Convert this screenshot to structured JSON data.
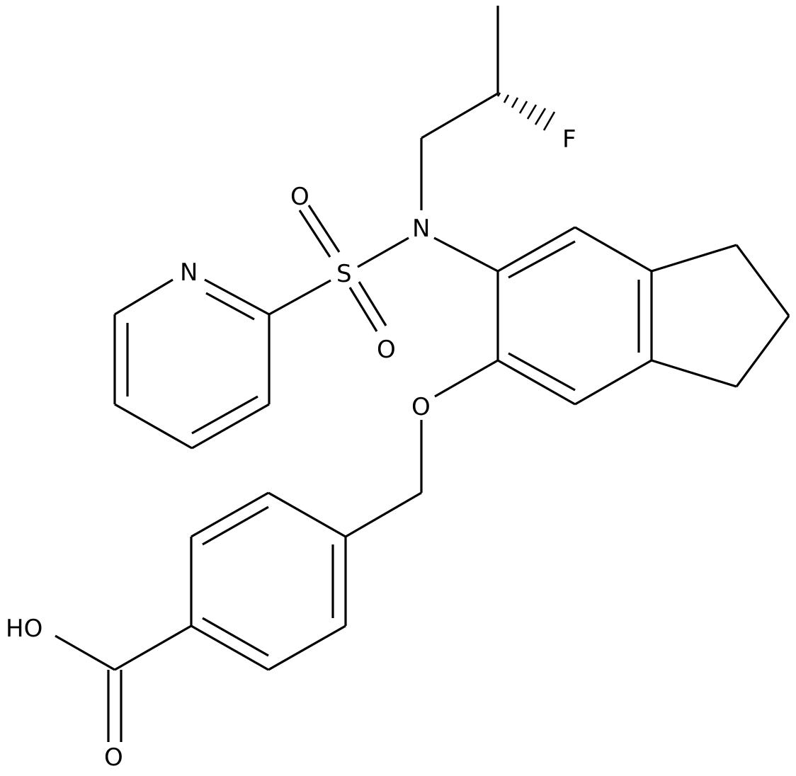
{
  "labels": {
    "F": "F",
    "N_amine": "N",
    "S": "S",
    "O_sulfonyl_top": "O",
    "O_sulfonyl_bottom": "O",
    "N_pyridine": "N",
    "O_ether": "O",
    "OH": "HO",
    "O_carbonyl": "O"
  },
  "colors": {
    "ink": "#000000",
    "background": "#ffffff"
  }
}
